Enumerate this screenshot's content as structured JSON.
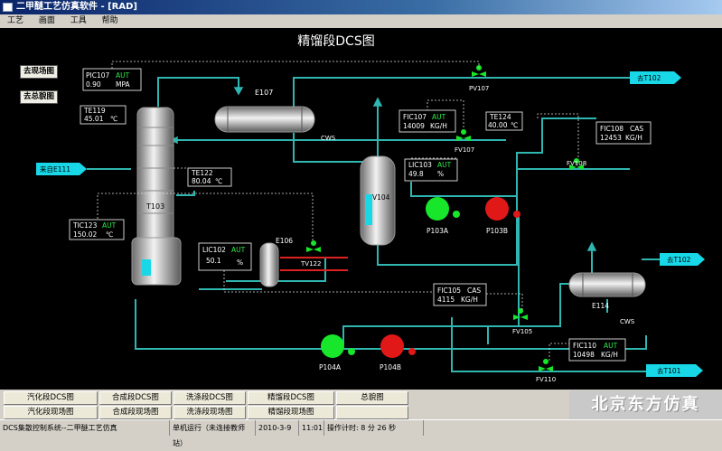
{
  "window": {
    "title": "二甲醚工艺仿真软件 - [RAD]"
  },
  "menu": {
    "items": [
      "工艺",
      "画面",
      "工具",
      "帮助"
    ]
  },
  "diagram": {
    "title": "精馏段DCS图",
    "scene_buttons": [
      "去现场图",
      "去总貌图"
    ],
    "streams": {
      "from_e111": "来自E111",
      "to_t102_top": "去T102",
      "to_t102_mid": "去T102",
      "to_t101": "去T101",
      "cws_e107": "CWS",
      "cws_e114": "CWS"
    },
    "equipment": {
      "t103": "T103",
      "e107": "E107",
      "v104": "V104",
      "e106": "E106",
      "e114": "E114",
      "p103a": "P103A",
      "p103b": "P103B",
      "p104a": "P104A",
      "p104b": "P104B"
    },
    "valves": {
      "pv107": "PV107",
      "fv107": "FV107",
      "fv108": "FV108",
      "tv122": "TV122",
      "fv105": "FV105",
      "fv110": "FV110"
    },
    "instruments": {
      "pic107": {
        "tag": "PIC107",
        "mode": "AUT",
        "value": "0.90",
        "unit": "MPA"
      },
      "te119": {
        "tag": "TE119",
        "value": "45.01",
        "unit": "℃"
      },
      "te122": {
        "tag": "TE122",
        "value": "80.04",
        "unit": "℃"
      },
      "tic123": {
        "tag": "TIC123",
        "mode": "AUT",
        "value": "150.02",
        "unit": "℃"
      },
      "lic102": {
        "tag": "LIC102",
        "mode": "AUT",
        "value": "50.1",
        "unit": "%"
      },
      "fic107": {
        "tag": "FIC107",
        "mode": "AUT",
        "value": "14009",
        "unit": "KG/H"
      },
      "te124": {
        "tag": "TE124",
        "value": "40.00",
        "unit": "℃"
      },
      "fic108": {
        "tag": "FIC108",
        "mode": "CAS",
        "value": "12453",
        "unit": "KG/H"
      },
      "lic103": {
        "tag": "LIC103",
        "mode": "AUT",
        "value": "49.8",
        "unit": "%"
      },
      "fic105": {
        "tag": "FIC105",
        "mode": "CAS",
        "value": "4115",
        "unit": "KG/H"
      },
      "fic110": {
        "tag": "FIC110",
        "mode": "AUT",
        "value": "10498",
        "unit": "KG/H"
      }
    }
  },
  "nav": {
    "row1": [
      "汽化段DCS图",
      "合成段DCS图",
      "洗涤段DCS图",
      "精馏段DCS图",
      "总貌图"
    ],
    "row2": [
      "汽化段现场图",
      "合成段现场图",
      "洗涤段现场图",
      "精馏段现场图"
    ]
  },
  "brand": "北京东方仿真",
  "status": {
    "system": "DCS集散控制系统--二甲醚工艺仿真",
    "mode": "单机运行（未连接教师站）",
    "date": "2010-3-9",
    "time": "11:01",
    "timer": "操作计时: 8 分 26 秒"
  },
  "colors": {
    "pipe": "#2fb6b0",
    "green_pump": "#17e62a",
    "red_pump": "#e01818",
    "stream_arrow": "#18d8e8",
    "hot_line": "#e02020"
  }
}
